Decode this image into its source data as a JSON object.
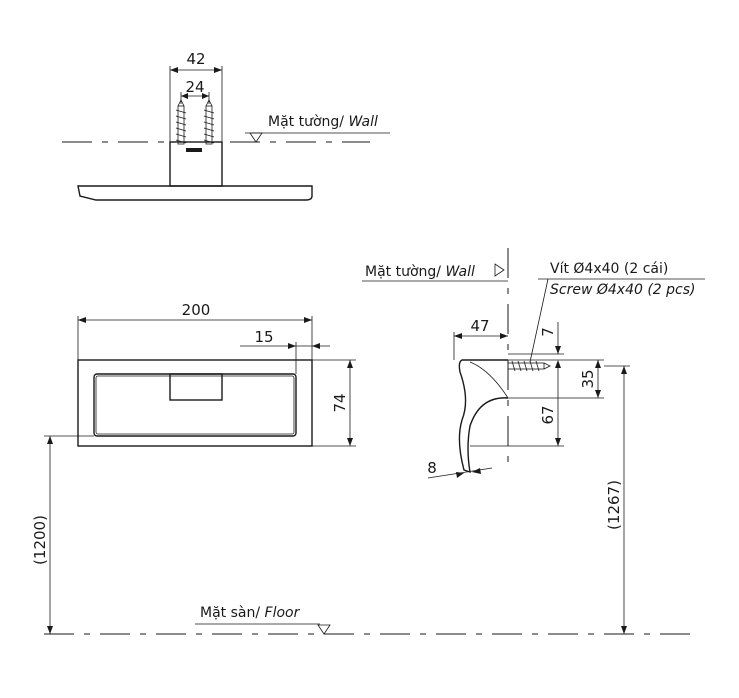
{
  "dimensions": {
    "top_width": "42",
    "top_inner": "24",
    "front_width": "200",
    "front_offset": "15",
    "front_height": "74",
    "side_depth": "47",
    "side_gap": "7",
    "side_screw_span": "35",
    "side_lower": "67",
    "side_thickness": "8",
    "mount_height_front": "(1200)",
    "mount_height_side": "(1267)"
  },
  "labels": {
    "wall_vi": "Mặt tường/ ",
    "wall_en": "Wall",
    "floor_vi": "Mặt sàn/ ",
    "floor_en": "Floor",
    "screw_vi": "Vít Ø4x40 (2 cái)",
    "screw_en": "Screw Ø4x40 (2 pcs)"
  }
}
